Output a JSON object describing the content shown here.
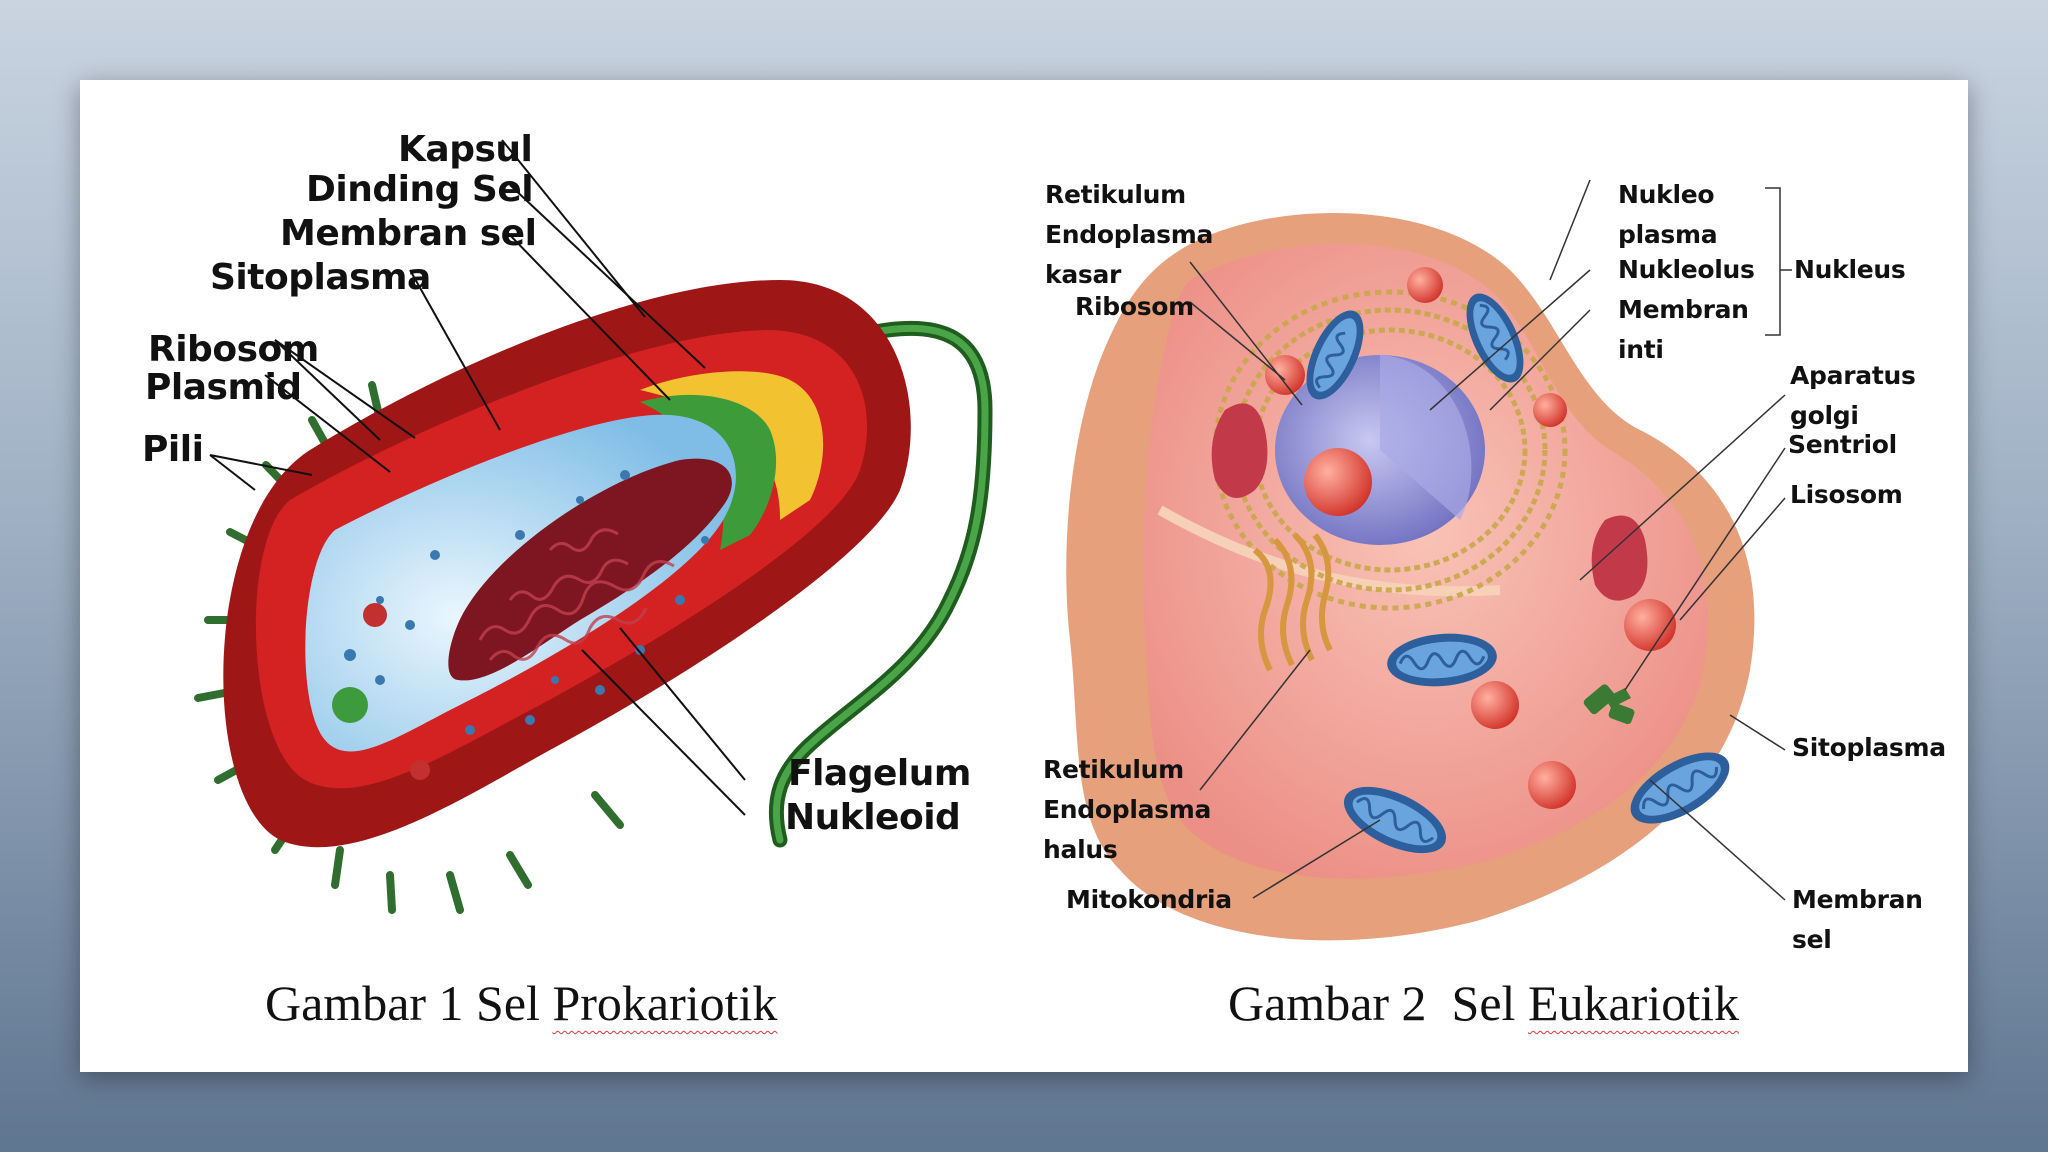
{
  "prokaryote": {
    "labels": {
      "kapsul": "Kapsul",
      "dinding_sel": "Dinding Sel",
      "membran_sel": "Membran sel",
      "sitoplasma": "Sitoplasma",
      "ribosom": "Ribosom",
      "plasmid": "Plasmid",
      "pili": "Pili",
      "flagelum": "Flagelum",
      "nukleoid": "Nukleoid"
    },
    "caption_prefix": "Gambar 1 Sel ",
    "caption_word": "Prokariotik"
  },
  "eukaryote": {
    "labels": {
      "re_kasar_1": "Retikulum",
      "re_kasar_2": "Endoplasma",
      "re_kasar_3": "kasar",
      "ribosom": "Ribosom",
      "nukleoplasma_1": "Nukleo",
      "nukleoplasma_2": "plasma",
      "nukleolus": "Nukleolus",
      "membran_inti_1": "Membran",
      "membran_inti_2": "inti",
      "nukleus": "Nukleus",
      "aparatus_golgi_1": "Aparatus",
      "aparatus_golgi_2": "golgi",
      "sentriol": "Sentriol",
      "lisosom": "Lisosom",
      "sitoplasma": "Sitoplasma",
      "re_halus_1": "Retikulum",
      "re_halus_2": "Endoplasma",
      "re_halus_3": "halus",
      "mitokondria": "Mitokondria",
      "membran_sel_1": "Membran",
      "membran_sel_2": "sel"
    },
    "caption_prefix": "Gambar 2  Sel ",
    "caption_word": "Eukariotik"
  },
  "colors": {
    "capsule": "#b81c1c",
    "cell_wall": "#f2c230",
    "membrane": "#3e9b3a",
    "cytoplasm": "#9fd0ee",
    "nucleoid": "#8f1b24",
    "flagellum": "#2f7a2f",
    "euk_body": "#f0b08f",
    "euk_cytoplasm": "#f6a6a0",
    "nucleus": "#8a8ad0",
    "mitochondria": "#3f78b8"
  }
}
